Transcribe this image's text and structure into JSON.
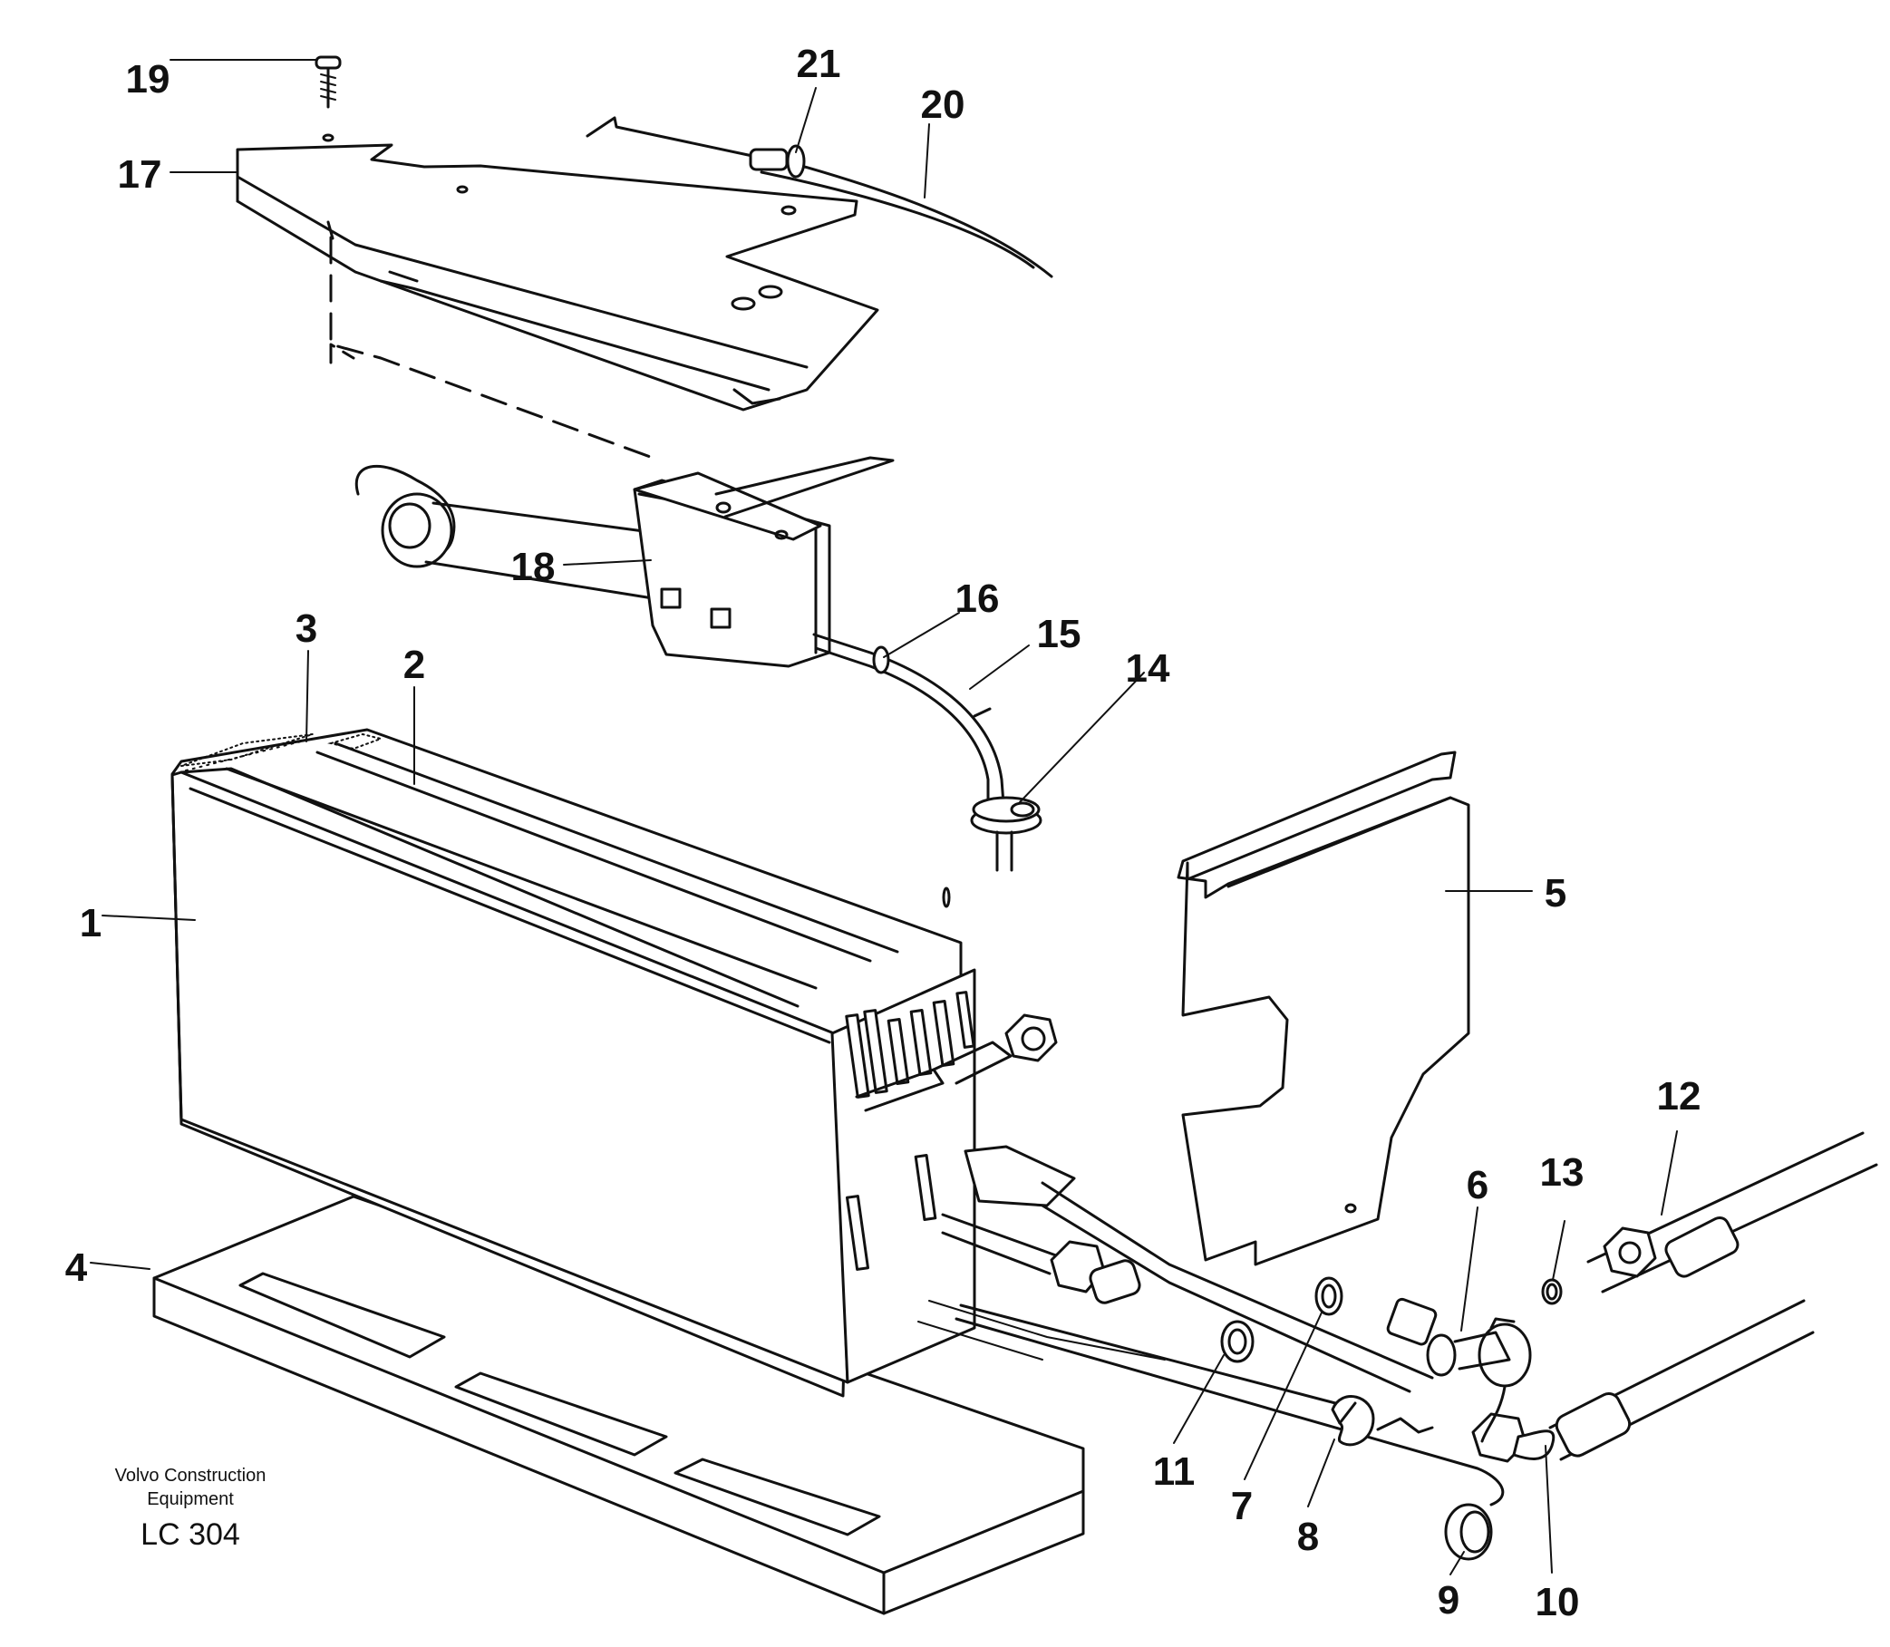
{
  "callouts": [
    "1",
    "2",
    "3",
    "4",
    "5",
    "6",
    "7",
    "8",
    "9",
    "10",
    "11",
    "12",
    "13",
    "14",
    "15",
    "16",
    "17",
    "18",
    "19",
    "20",
    "21"
  ],
  "caption": {
    "line1": "Volvo Construction",
    "line2": "Equipment",
    "code": "LC 304"
  }
}
